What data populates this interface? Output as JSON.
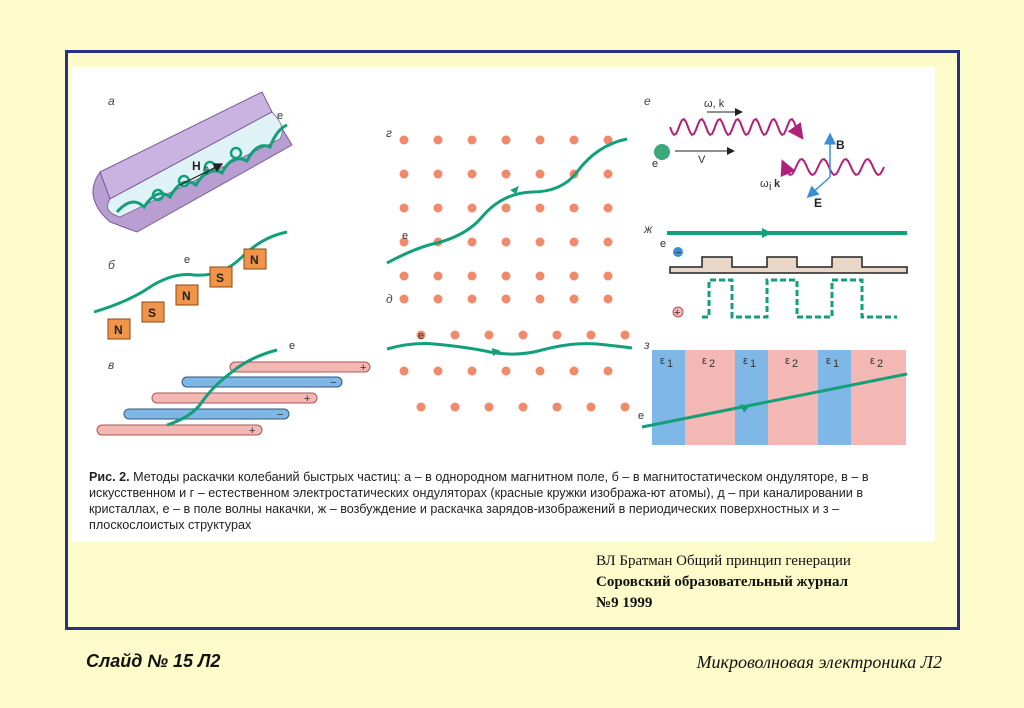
{
  "figure": {
    "panel_labels": {
      "a": "а",
      "b": "б",
      "v": "в",
      "g": "г",
      "d": "д",
      "e": "е",
      "zh": "ж",
      "z": "з"
    },
    "electron": "e",
    "field_label": "H",
    "field_sub": "0",
    "magnets": [
      "N",
      "S",
      "N",
      "S",
      "N"
    ],
    "rod_signs": [
      "+",
      "−",
      "+",
      "−",
      "+"
    ],
    "pump_wave": "ω, k",
    "scattered_wave": "ω",
    "scattered_sub": "i",
    "scattered_k": "k",
    "velocity": "V",
    "b_vector": "B",
    "e_vector": "E",
    "plus_sign": "+",
    "minus_sign": "−",
    "layer_labels": [
      "ε",
      "ε",
      "ε",
      "ε",
      "ε",
      "ε"
    ],
    "layer_subs": [
      "1",
      "2",
      "1",
      "2",
      "1",
      "2"
    ],
    "colors": {
      "trajectory": "#12a07a",
      "atoms": "#f08a6a",
      "pipe": "#b99ed1",
      "pink": "#f3b7b4",
      "blue": "#7fb8e6",
      "orange": "#f0944a"
    }
  },
  "caption": {
    "prefix": "Рис. 2.",
    "text": " Методы раскачки колебаний быстрых частиц: а – в однородном магнитном поле, б – в магнитостатическом ондуляторе, в – в искусственном и г – естественном электростатических ондуляторах (красные кружки изобража-ют атомы), д – при каналировании в кристаллах, е – в поле волны накачки, ж – возбуждение и раскачка зарядов-изображений в периодических поверхностных и з – плоскослоистых структурах"
  },
  "reference": {
    "line1": "ВЛ Братман Общий принцип генерации",
    "line2": "Соровский образовательный журнал",
    "line3": "№9 1999"
  },
  "footer": {
    "left": "Слайд № 15 Л2",
    "right": "Микроволновая электроника Л2"
  }
}
